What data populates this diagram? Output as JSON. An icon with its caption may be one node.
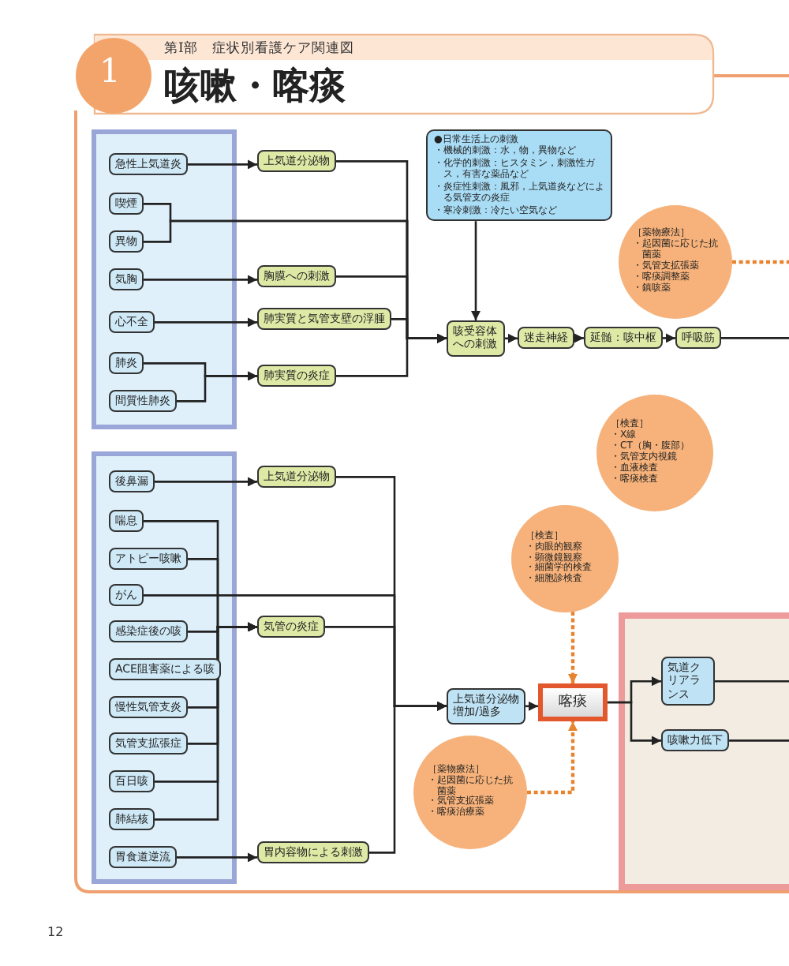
{
  "diagram": {
    "title": "咳嗽・喀痰",
    "nodes": [
      {
        "text": [],
        "shape": "box"
      },
      {
        "text": [
          "急性上気道炎"
        ],
        "in": 0
      },
      {
        "text": [
          "喫煙"
        ],
        "in": 0
      },
      {
        "text": [
          "異物"
        ],
        "in": 0
      },
      {
        "text": [
          "気胸"
        ],
        "in": 0
      },
      {
        "text": [
          "心不全"
        ],
        "in": 0
      },
      {
        "text": [
          "肺炎"
        ],
        "in": 0
      },
      {
        "text": [
          "間質性肺炎"
        ],
        "in": 0
      },
      {
        "text": [
          "上気道分泌物"
        ]
      },
      {
        "text": [
          "胸膜への刺激"
        ]
      },
      {
        "text": [
          "肺実質と気管支壁の浮腫"
        ]
      },
      {
        "text": [
          "肺実質の炎症"
        ]
      },
      {
        "text": [
          "●日常生活上の刺激",
          "・機械的刺激：水，物，異物など",
          "・化学的刺激：ヒスタミン，刺激性ガス，有害な薬品など",
          "・炎症性刺激：風邪，上気道炎などによる気管支の炎症",
          "・寒冷刺激：冷たい空気など"
        ]
      },
      {
        "text": [
          "咳受容体への刺激"
        ]
      },
      {
        "text": [
          "迷走神経"
        ]
      },
      {
        "text": [
          "延髄：咳中枢"
        ]
      },
      {
        "text": [
          "呼吸筋"
        ]
      },
      {
        "text": [
          "［薬物療法］",
          "・起因菌に応じた抗菌薬",
          "・気管支拡張薬",
          "・喀痰調整薬",
          "・鎮咳薬"
        ]
      },
      {
        "text": [
          "［検査］",
          "・X線",
          "・CT（胸・腹部）",
          "・気管支内視鏡",
          "・血液検査",
          "・喀痰検査"
        ]
      },
      {
        "text": [],
        "shape": "box"
      },
      {
        "text": [
          "後鼻漏"
        ],
        "in": 19
      },
      {
        "text": [
          "喘息"
        ],
        "in": 19
      },
      {
        "text": [
          "アトピー咳嗽"
        ],
        "in": 19
      },
      {
        "text": [
          "がん"
        ],
        "in": 19
      },
      {
        "text": [
          "感染症後の咳"
        ],
        "in": 19
      },
      {
        "text": [
          "ACE阻害薬による咳"
        ],
        "in": 19
      },
      {
        "text": [
          "慢性気管支炎"
        ],
        "in": 19
      },
      {
        "text": [
          "気管支拡張症"
        ],
        "in": 19
      },
      {
        "text": [
          "百日咳"
        ],
        "in": 19
      },
      {
        "text": [
          "肺結核"
        ],
        "in": 19
      },
      {
        "text": [
          "胃食道逆流"
        ],
        "in": 19
      },
      {
        "text": [
          "上気道分泌物"
        ]
      },
      {
        "text": [
          "気管の炎症"
        ]
      },
      {
        "text": [
          "胃内容物による刺激"
        ]
      },
      {
        "text": [
          "上気道分泌物増加/過多"
        ]
      },
      {
        "text": [
          "［検査］",
          "・肉眼的観察",
          "・顕微鏡観察",
          "・細菌学的検査",
          "・細胞診検査"
        ]
      },
      {
        "text": [
          "喀痰"
        ]
      },
      {
        "text": [
          "［薬物療法］",
          "・起因菌に応じた抗菌薬",
          "・気管支拡張薬",
          "・喀痰治療薬"
        ]
      },
      {
        "text": [],
        "shape": "box"
      },
      {
        "text": [
          "気道クリアランス"
        ],
        "in": 38
      },
      {
        "text": [
          "咳嗽力低下"
        ],
        "in": 38
      }
    ],
    "edges": [
      {
        "from": 1,
        "to": 8,
        "arrow": "to"
      },
      {
        "from": 2,
        "to": 13,
        "arrow": "to"
      },
      {
        "from": 3,
        "to": 13,
        "arrow": "to"
      },
      {
        "from": 4,
        "to": 9,
        "arrow": "to"
      },
      {
        "from": 5,
        "to": 10,
        "arrow": "to"
      },
      {
        "from": 6,
        "to": 11,
        "arrow": "to"
      },
      {
        "from": 7,
        "to": 11,
        "arrow": "to"
      },
      {
        "from": 8,
        "to": 13,
        "arrow": "to"
      },
      {
        "from": 9,
        "to": 13,
        "arrow": "to"
      },
      {
        "from": 10,
        "to": 13,
        "arrow": "to"
      },
      {
        "from": 11,
        "to": 13,
        "arrow": "to"
      },
      {
        "from": 12,
        "to": 13,
        "arrow": "to"
      },
      {
        "from": 13,
        "to": 14,
        "arrow": "to"
      },
      {
        "from": 14,
        "to": 15,
        "arrow": "to"
      },
      {
        "from": 15,
        "to": 16,
        "arrow": "to"
      },
      {
        "from": 16,
        "to": null,
        "arrow": "none"
      },
      {
        "from": 17,
        "to": null,
        "arrow": "none",
        "style": "dashed",
        "color": "#e8832e"
      },
      {
        "from": 20,
        "to": 31,
        "arrow": "to"
      },
      {
        "from": 21,
        "to": 32,
        "arrow": "to"
      },
      {
        "from": 22,
        "to": 32,
        "arrow": "to"
      },
      {
        "from": 24,
        "to": 32,
        "arrow": "to"
      },
      {
        "from": 25,
        "to": 32,
        "arrow": "to"
      },
      {
        "from": 26,
        "to": 32,
        "arrow": "to"
      },
      {
        "from": 27,
        "to": 32,
        "arrow": "to"
      },
      {
        "from": 28,
        "to": 32,
        "arrow": "to"
      },
      {
        "from": 29,
        "to": 32,
        "arrow": "to"
      },
      {
        "from": 23,
        "to": 34,
        "arrow": "to"
      },
      {
        "from": 30,
        "to": 33,
        "arrow": "to"
      },
      {
        "from": 31,
        "to": 34,
        "arrow": "to"
      },
      {
        "from": 32,
        "to": 34,
        "arrow": "to"
      },
      {
        "from": 33,
        "to": 34,
        "arrow": "to"
      },
      {
        "from": 34,
        "to": 36,
        "arrow": "to"
      },
      {
        "from": 35,
        "to": 36,
        "arrow": "to",
        "style": "dashed",
        "color": "#e8832e"
      },
      {
        "from": 37,
        "to": 36,
        "arrow": "to",
        "style": "dashed",
        "color": "#e8832e"
      },
      {
        "from": 36,
        "to": 39,
        "arrow": "to"
      },
      {
        "from": 36,
        "to": 40,
        "arrow": "to"
      },
      {
        "from": 39,
        "to": null,
        "arrow": "none"
      },
      {
        "from": 40,
        "to": null,
        "arrow": "none"
      }
    ],
    "labels": [
      "第Ⅰ部　症状別看護ケア関連図",
      "1",
      "12"
    ]
  }
}
